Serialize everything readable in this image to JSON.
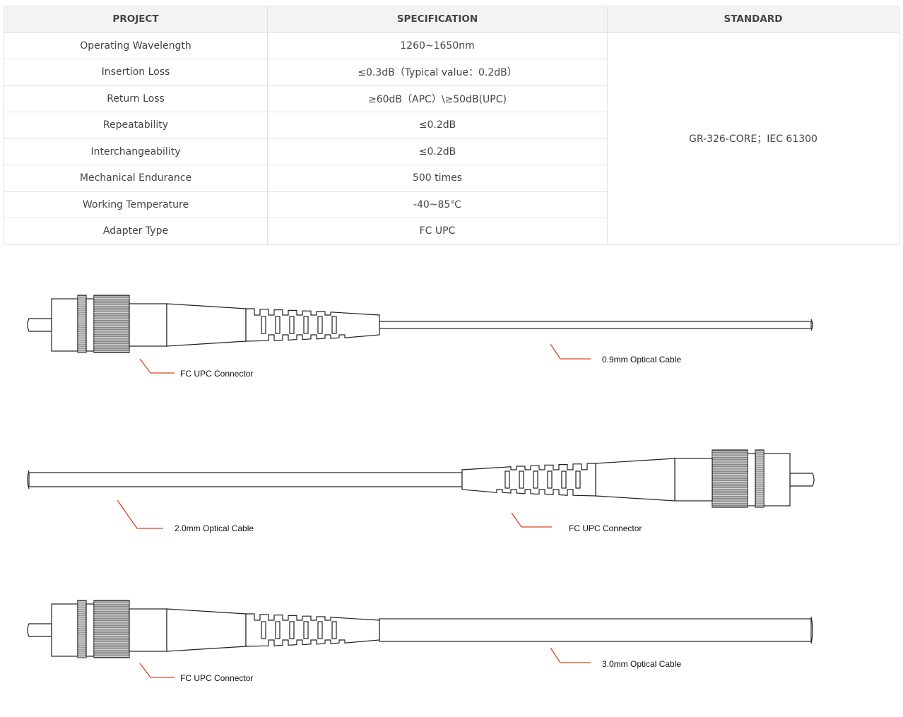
{
  "table": {
    "headers": [
      "PROJECT",
      "SPECIFICATION",
      "STANDARD"
    ],
    "rows": [
      {
        "project": "Operating Wavelength",
        "spec": "1260~1650nm"
      },
      {
        "project": "Insertion Loss",
        "spec": "≤0.3dB（Typical value：0.2dB）"
      },
      {
        "project": "Return Loss",
        "spec": "≥60dB（APC）\\≥50dB(UPC)"
      },
      {
        "project": "Repeatability",
        "spec": "≤0.2dB"
      },
      {
        "project": "Interchangeability",
        "spec": "≤0.2dB"
      },
      {
        "project": "Mechanical Endurance",
        "spec": "500 times"
      },
      {
        "project": "Working Temperature",
        "spec": "-40~85℃"
      },
      {
        "project": "Adapter Type",
        "spec": "FC UPC"
      }
    ],
    "standard": "GR-326-CORE；IEC 61300"
  },
  "diagram": {
    "leader_color": "#e0401c",
    "labels": {
      "c1_connector": "FC UPC Connector",
      "c1_cable": "0.9mm Optical Cable",
      "c2_cable": "2.0mm Optical Cable",
      "c2_connector": "FC UPC Connector",
      "c3_connector": "FC UPC Connector",
      "c3_cable": "3.0mm Optical Cable"
    }
  }
}
